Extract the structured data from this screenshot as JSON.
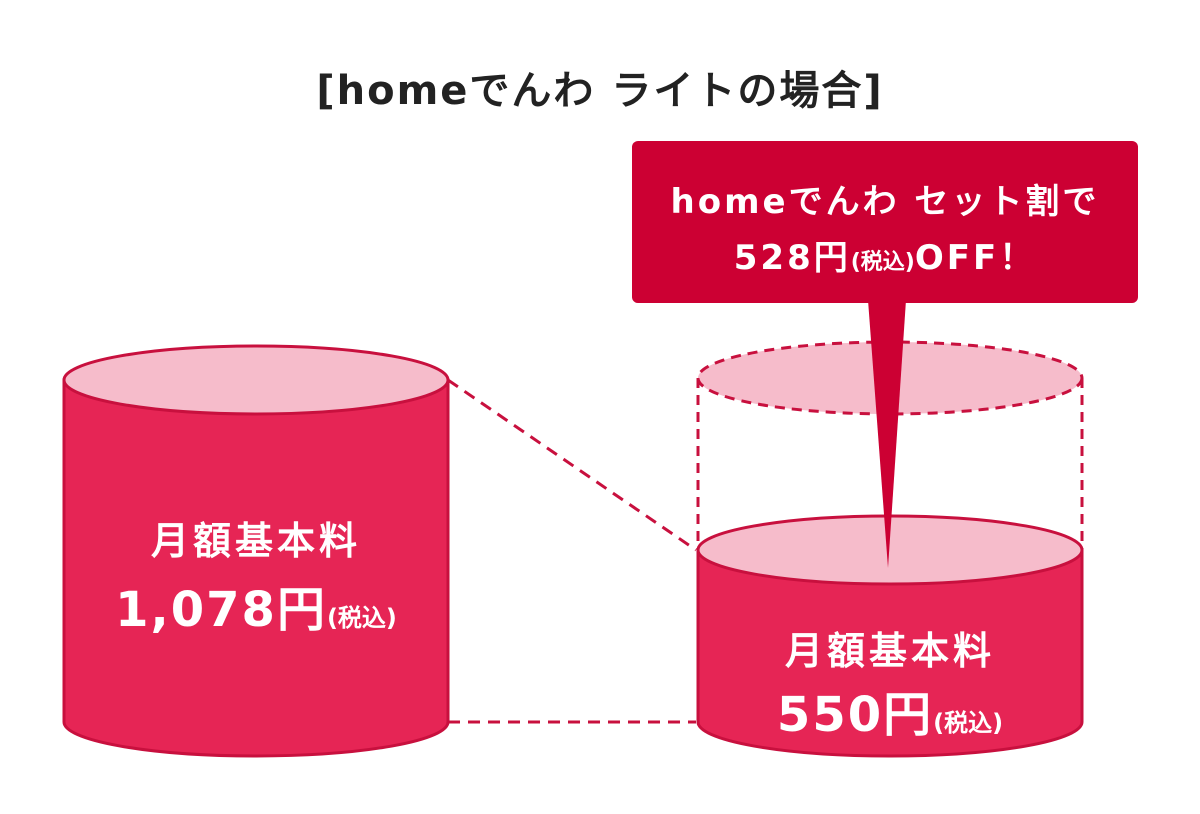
{
  "title": "[homeでんわ ライトの場合]",
  "callout": {
    "line1": "homeでんわ セット割で",
    "amount": "528円",
    "tax_note": "(税込)",
    "suffix": "OFF！"
  },
  "left_cylinder": {
    "title": "月額基本料",
    "price": "1,078円",
    "tax_note": "(税込)"
  },
  "right_cylinder": {
    "title": "月額基本料",
    "price": "550円",
    "tax_note": "(税込)"
  },
  "colors": {
    "cylinder_body": "#e62555",
    "cylinder_top": "#f6bccb",
    "callout_bg": "#cc0033",
    "outline": "#c8103e",
    "title_text": "#222222"
  }
}
